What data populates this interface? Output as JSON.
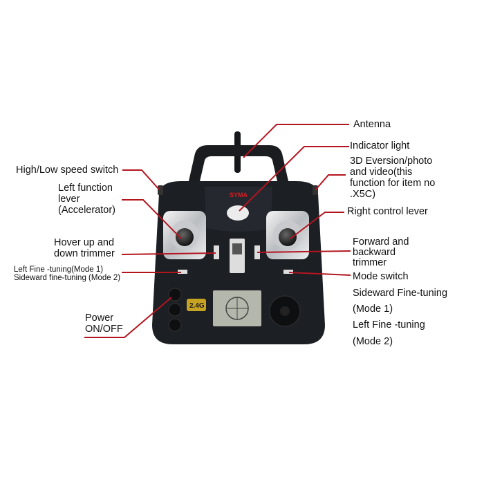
{
  "colors": {
    "callout": "#b3151f",
    "body": "#1c1f24",
    "background": "#ffffff"
  },
  "brand_logo": "SYMA",
  "lcd_badge": "2.4G",
  "labels": {
    "antenna": "Antenna",
    "indicator_light": "Indicator light",
    "eversion": "3D Eversion/photo\nand video(this\nfunction for item no\n.X5C)",
    "right_lever": "Right control lever",
    "forward_backward": "Forward and\nbackward\ntrimmer",
    "mode_switch": "Mode switch",
    "sideward_mode1": "Sideward Fine-tuning",
    "mode1": "(Mode 1)",
    "left_fine": "Left Fine -tuning",
    "mode2": "(Mode 2)",
    "speed_switch": "High/Low speed switch",
    "left_lever": "Left function\nlever\n(Accelerator)",
    "hover_trimmer": "Hover up and\ndown trimmer",
    "left_fine_tuning": "Left Fine -tuning(Mode 1)\nSideward fine-tuning (Mode 2)",
    "power": "Power\nON/OFF"
  }
}
